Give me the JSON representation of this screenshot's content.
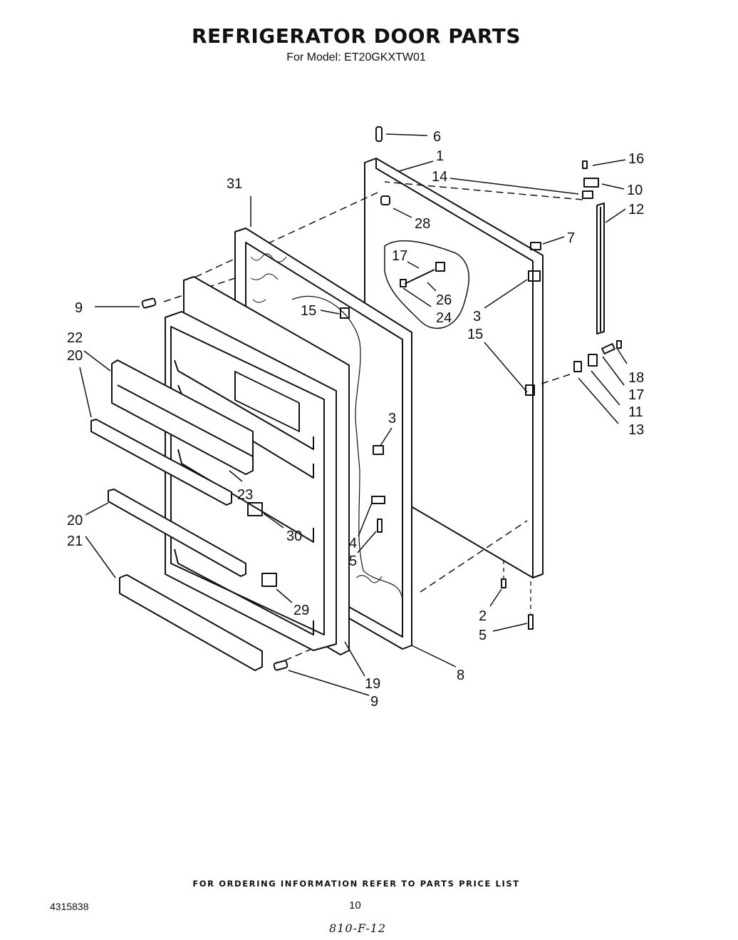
{
  "header": {
    "title": "REFRIGERATOR DOOR PARTS",
    "subtitle": "For Model: ET20GKXTW01"
  },
  "callouts": {
    "c1": "1",
    "c2": "2",
    "c3a": "3",
    "c3b": "3",
    "c4": "4",
    "c5a": "5",
    "c5b": "5",
    "c6": "6",
    "c7": "7",
    "c8": "8",
    "c9a": "9",
    "c9b": "9",
    "c10": "10",
    "c11": "11",
    "c12": "12",
    "c13": "13",
    "c14": "14",
    "c15a": "15",
    "c15b": "15",
    "c16": "16",
    "c17a": "17",
    "c17b": "17",
    "c18": "18",
    "c19": "19",
    "c20a": "20",
    "c20b": "20",
    "c21": "21",
    "c22": "22",
    "c23": "23",
    "c24": "24",
    "c26": "26",
    "c28": "28",
    "c29": "29",
    "c30": "30",
    "c31": "31"
  },
  "footer": {
    "ordering_note": "FOR ORDERING INFORMATION REFER TO PARTS PRICE LIST",
    "doc_number": "4315838",
    "page_number": "10",
    "handwritten_note": "810-F-12"
  }
}
